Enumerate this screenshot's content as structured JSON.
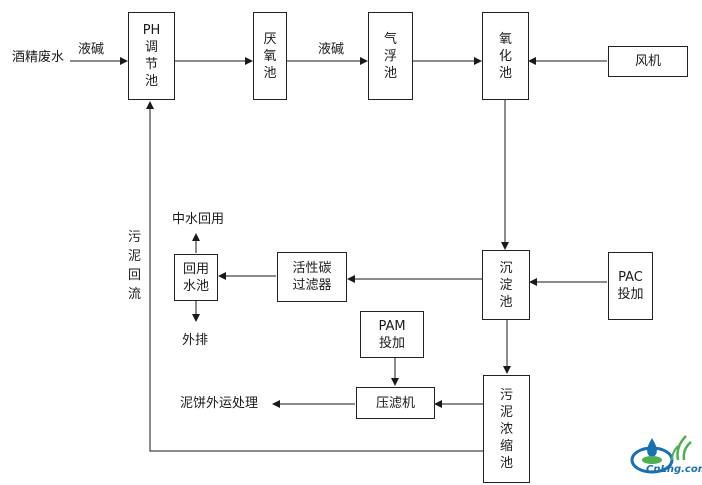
{
  "inputs": {
    "wastewater": "酒精废水",
    "lye_1": "液碱",
    "lye_2": "液碱"
  },
  "units": {
    "ph_tank": "PH调节池",
    "anaerobic": "厌氧池",
    "flotation": "气浮池",
    "oxidation": "氧化池",
    "blower": "风机",
    "sedimentation": "沉淀池",
    "pac": "PAC投加",
    "carbon_filter": "活性碳\n过滤器",
    "reuse_tank": "回用\n水池",
    "pam": "PAM\n投加",
    "filter_press": "压滤机",
    "thickener": "污泥浓缩池"
  },
  "labels": {
    "reclaimed": "中水回用",
    "discharge": "外排",
    "cake": "泥饼外运处理",
    "sludge_return": "污泥回流"
  },
  "logo": {
    "text": "CnLng.com"
  },
  "colors": {
    "line": "#1a1a1a",
    "box_border": "#222222",
    "logo_blue": "#1a6fb0",
    "logo_green": "#4caf50"
  }
}
